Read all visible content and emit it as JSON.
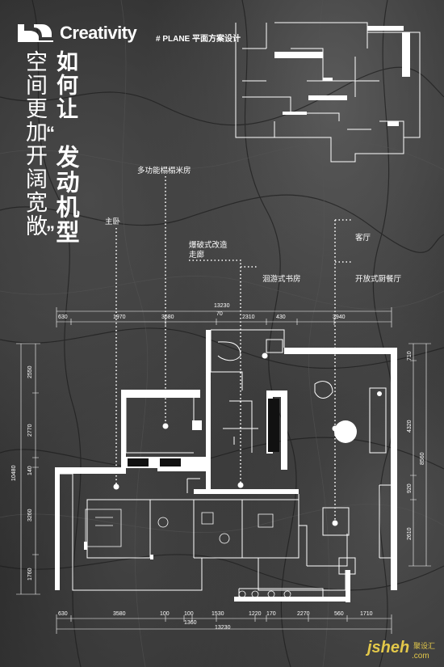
{
  "brand": {
    "name": "Creativity",
    "subtitle": "# PLANE 平面方案设计"
  },
  "title": {
    "line1": "如何让",
    "emphasis": "发动机型",
    "line2": "空间更加开阔宽敞",
    "quote_open": "“",
    "quote_close": "”"
  },
  "labels": {
    "multi": "多功能榻榻米房",
    "master": "主卧",
    "corridor_1": "爆破式改造",
    "corridor_2": "走廊",
    "study": "洄游式书房",
    "living": "客厅",
    "dining": "开放式厨餐厅"
  },
  "top_dims": {
    "total": "13230",
    "d70": "70",
    "d630": "630",
    "d1970": "1970",
    "d3680": "3680",
    "d2310": "2310",
    "d430": "430",
    "d3940": "3940"
  },
  "bottom_dims": {
    "d630": "630",
    "d3580": "3580",
    "d100a": "100",
    "d100b": "100",
    "d1360": "1360",
    "d1530": "1530",
    "d1220": "1220",
    "d170": "170",
    "d2270": "2270",
    "d560": "560",
    "d1710": "1710",
    "total": "13230"
  },
  "left_dims": {
    "d2550": "2550",
    "d2770": "2770",
    "d140": "140",
    "d3260": "3260",
    "d1760": "1760",
    "total": "10480"
  },
  "right_dims": {
    "d710": "710",
    "d4320": "4320",
    "d920": "920",
    "d2610": "2610",
    "total": "8560"
  },
  "watermark": {
    "site": "jsheh",
    "cn": "聚设汇",
    "com": ".com"
  },
  "colors": {
    "background": "#2e2e2e",
    "lines": "#ffffff",
    "watermark": "#e3c84a"
  }
}
